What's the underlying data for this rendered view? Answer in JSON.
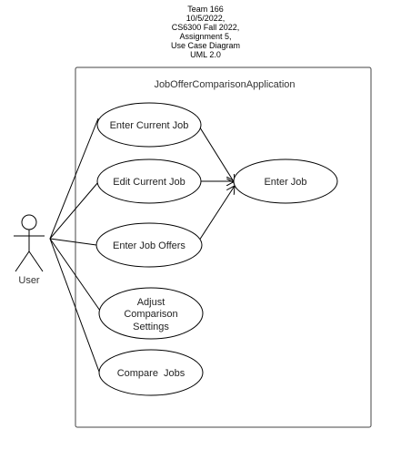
{
  "header": {
    "lines": [
      "Team 166",
      "10/5/2022,",
      "CS6300 Fall 2022,",
      "Assignment 5,",
      "Use Case Diagram",
      "UML 2.0"
    ]
  },
  "system": {
    "name": "JobOfferComparisonApplication"
  },
  "actor": {
    "name": "User"
  },
  "use_cases": {
    "enter_current_job": "Enter Current Job",
    "edit_current_job": "Edit Current Job",
    "enter_job_offers": "Enter Job Offers",
    "adjust_settings": [
      "Adjust",
      "Comparison",
      "Settings"
    ],
    "compare_jobs": "Compare  Jobs",
    "enter_job": "Enter Job"
  },
  "colors": {
    "boundary": "#444444",
    "line": "#000000",
    "system_name": "#333333"
  }
}
